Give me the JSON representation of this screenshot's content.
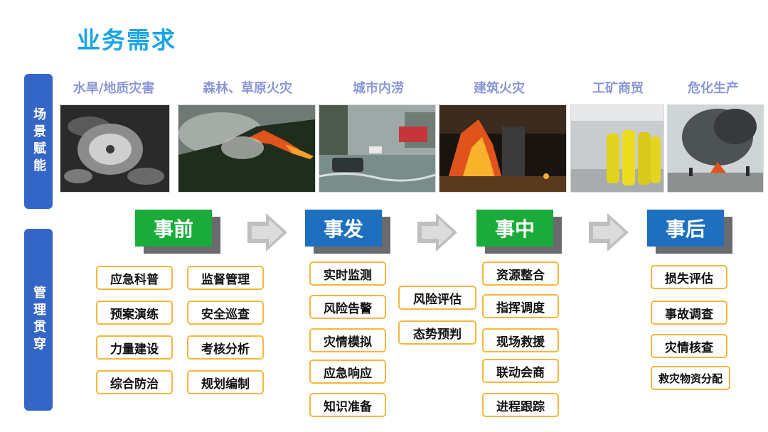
{
  "title": "业务需求",
  "side_labels": {
    "top": "场景赋能",
    "bottom": "管理贯穿"
  },
  "scenes": [
    {
      "caption": "水旱/地质灾害",
      "image": "typhoon-satellite-photo"
    },
    {
      "caption": "森林、草原火灾",
      "image": "forest-fire-photo"
    },
    {
      "caption": "城市内涝",
      "image": "urban-flood-photo"
    },
    {
      "caption": "建筑火灾",
      "image": "building-fire-photo"
    },
    {
      "caption": "工矿商贸",
      "image": "hazmat-workers-photo"
    },
    {
      "caption": "危化生产",
      "image": "chemical-fire-photo"
    }
  ],
  "phases": [
    {
      "label": "事前",
      "color": "#1aab3a"
    },
    {
      "label": "事发",
      "color": "#1e6fc0"
    },
    {
      "label": "事中",
      "color": "#1aab3a"
    },
    {
      "label": "事后",
      "color": "#1e6fc0"
    }
  ],
  "arrow_icon": "right-arrow-icon",
  "colors": {
    "accent": "#1aa5e6",
    "side": "#3366c7",
    "box_border": "#f4b73c",
    "caption": "#8a97d6"
  },
  "before": {
    "col1": [
      "应急科普",
      "预案演练",
      "力量建设",
      "综合防治"
    ],
    "col2": [
      "监督管理",
      "安全巡查",
      "考核分析",
      "规划编制"
    ]
  },
  "onset": {
    "col1": [
      "实时监测",
      "风险告警",
      "灾情模拟",
      "应急响应",
      "知识准备"
    ],
    "col2": [
      "风险评估",
      "态势预判"
    ]
  },
  "during": [
    "资源整合",
    "指挥调度",
    "现场救援",
    "联动会商",
    "进程跟踪"
  ],
  "after": [
    "损失评估",
    "事故调查",
    "灾情核查",
    "救灾物资分配"
  ]
}
